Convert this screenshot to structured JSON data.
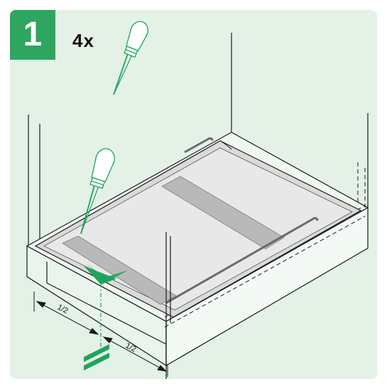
{
  "step": {
    "number": "1"
  },
  "quantity_label": "4x",
  "dimensions": {
    "left_half": "1/2",
    "right_half": "1/2"
  },
  "colors": {
    "panel_background": "#e3f1e6",
    "step_badge": "#2ea660",
    "accent_green": "#1fa35a",
    "tape_gray": "#b9b9b9",
    "outline": "#1a1a1a"
  },
  "icons": [
    "awl-icon",
    "awl-icon",
    "center-arrow-icon",
    "equal-sign-icon"
  ]
}
